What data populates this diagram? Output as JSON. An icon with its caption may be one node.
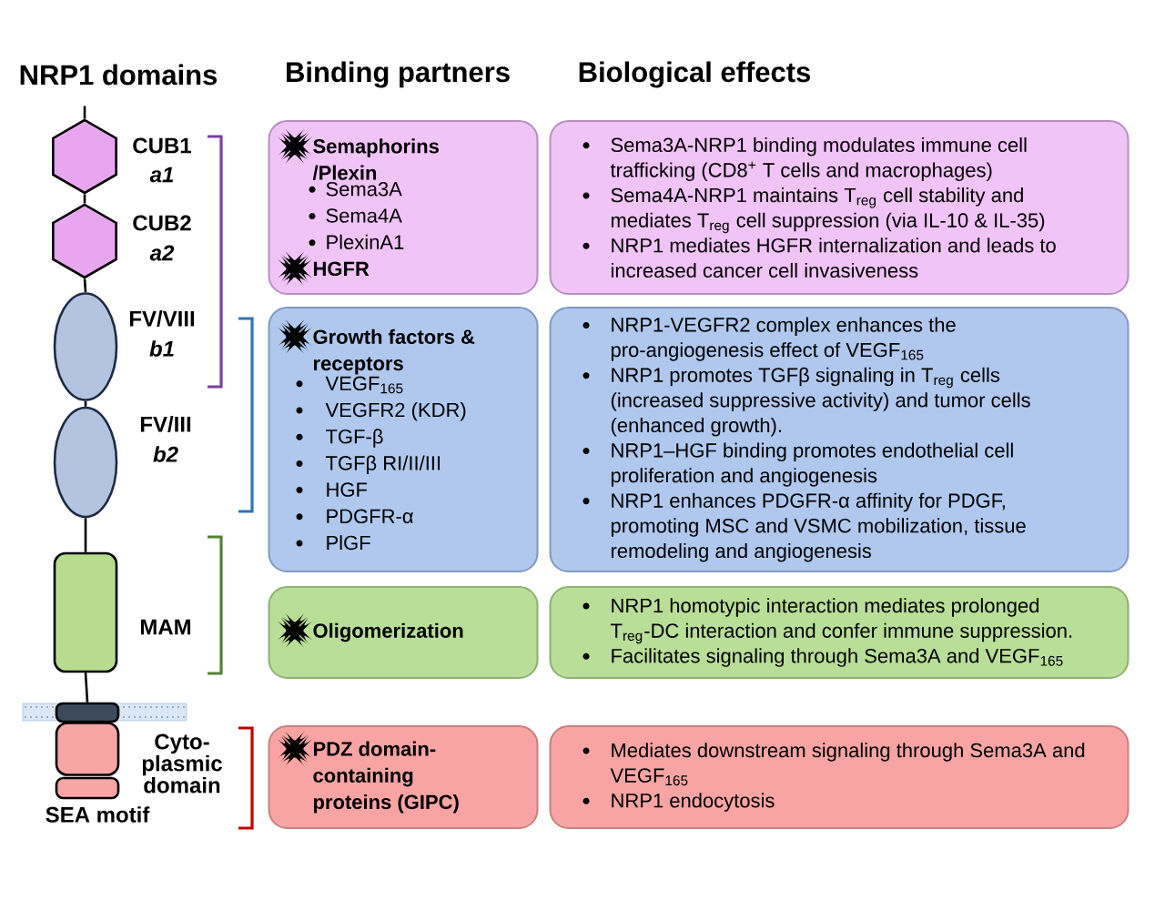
{
  "diagram": {
    "nodes": [
      {
        "text": [],
        "shape": "hexagon",
        "beside": [
          "CUB1",
          "a1"
        ]
      },
      {
        "text": [],
        "shape": "hexagon",
        "beside": [
          "CUB2",
          "a2"
        ]
      },
      {
        "text": [],
        "shape": "ellipse",
        "beside": [
          "FV/VIII",
          "b1"
        ]
      },
      {
        "text": [],
        "shape": "ellipse",
        "beside": [
          "FV/III",
          "b2"
        ]
      },
      {
        "text": [],
        "shape": "box",
        "beside": [
          "MAM"
        ]
      },
      {
        "text": [],
        "shape": "box"
      },
      {
        "text": [],
        "shape": "box",
        "beside": [
          "Cyto-plasmic domain"
        ]
      },
      {
        "text": [],
        "shape": "box",
        "beside": [
          "SEA motif"
        ]
      },
      {
        "text": [
          "Semaphorins /Plexin",
          "Sema3A",
          "Sema4A",
          "PlexinA1",
          "HGFR"
        ]
      },
      {
        "text": [
          "Growth factors & receptors",
          "VEGF$_{165}$",
          "VEGFR2 (KDR)",
          "TGF-β",
          "TGFβ RI/II/III",
          "HGF",
          "PDGFR-α",
          "PlGF"
        ]
      },
      {
        "text": [
          "Oligomerization"
        ]
      },
      {
        "text": [
          "PDZ domain-containing proteins (GIPC)"
        ]
      },
      {
        "text": [
          "Sema3A-NRP1 binding modulates immune cell trafficking (CD8$^{+}$ T cells and macrophages)",
          "Sema4A-NRP1 maintains T$_{reg}$ cell stability and mediates T$_{reg}$ cell suppression (via IL-10 & IL-35)",
          "NRP1 mediates HGFR internalization and leads to increased cancer cell invasiveness"
        ]
      },
      {
        "text": [
          "NRP1-VEGFR2 complex enhances the pro-angiogenesis effect of VEGF$_{165}$",
          "NRP1 promotes TGFβ signaling in T$_{reg}$ cells (increased suppressive activity) and tumor cells (enhanced growth).",
          "NRP1–HGF binding promotes endothelial cell proliferation and angiogenesis",
          "NRP1 enhances PDGFR-α affinity for PDGF, promoting MSC and VSMC mobilization, tissue remodeling and angiogenesis"
        ]
      },
      {
        "text": [
          "NRP1 homotypic interaction mediates prolonged T$_{reg}$-DC interaction and confer immune suppression.",
          "Facilitates signaling through Sema3A and VEGF$_{165}$"
        ]
      },
      {
        "text": [
          "Mediates downstream signaling through Sema3A and VEGF$_{165}$",
          "NRP1 endocytosis"
        ]
      }
    ],
    "edges": [
      {
        "from": null,
        "to": 0,
        "arrow": "none"
      },
      {
        "from": 0,
        "to": 1,
        "arrow": "none"
      },
      {
        "from": 1,
        "to": 2,
        "arrow": "none"
      },
      {
        "from": 2,
        "to": 3,
        "arrow": "none"
      },
      {
        "from": 3,
        "to": 4,
        "arrow": "none"
      },
      {
        "from": 4,
        "to": 5,
        "arrow": "none"
      }
    ],
    "labels": [
      "NRP1 domains",
      "Binding partners",
      "Biological effects"
    ]
  }
}
